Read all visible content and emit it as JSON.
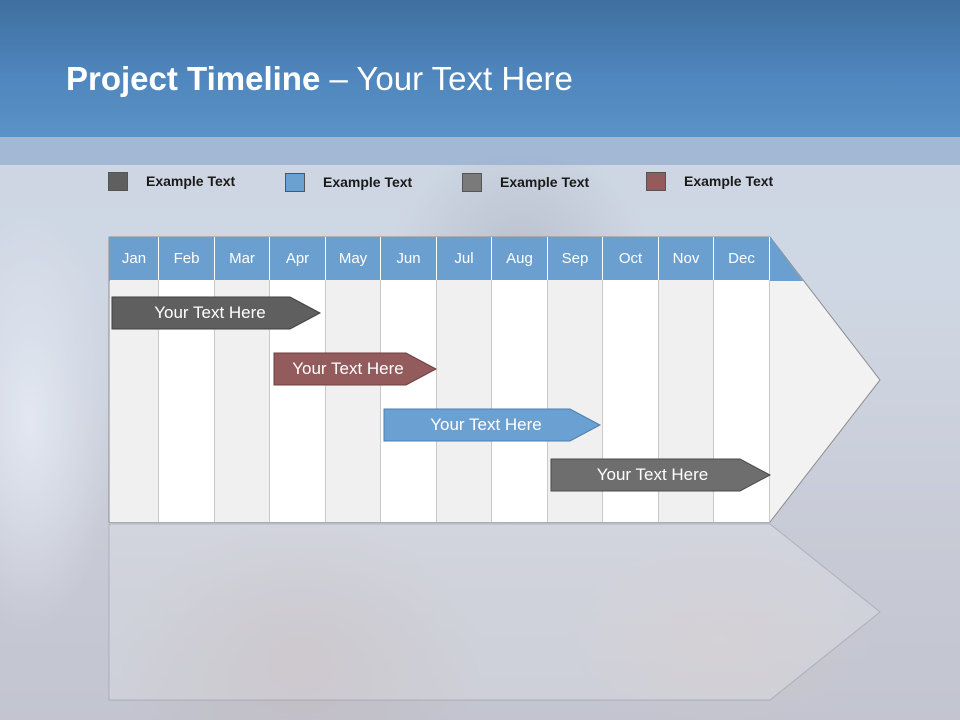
{
  "slide": {
    "title_bold": "Project Timeline",
    "title_rest": " – Your Text Here"
  },
  "legend": [
    {
      "label": "Example Text",
      "color": "#5f5f5f"
    },
    {
      "label": "Example Text",
      "color": "#6aa0d2"
    },
    {
      "label": "Example Text",
      "color": "#7a7a7a"
    },
    {
      "label": "Example Text",
      "color": "#935b5b"
    }
  ],
  "months": [
    "Jan",
    "Feb",
    "Mar",
    "Apr",
    "May",
    "Jun",
    "Jul",
    "Aug",
    "Sep",
    "Oct",
    "Nov",
    "Dec"
  ],
  "bars": [
    {
      "label": "Your  Text Here",
      "color": "#5f5f5f"
    },
    {
      "label": "Your  Text Here",
      "color": "#935b5b"
    },
    {
      "label": "Your  Text Here",
      "color": "#6aa0d2"
    },
    {
      "label": "Your  Text Here",
      "color": "#6e6e6e"
    }
  ],
  "colors": {
    "header": "#4f86bd",
    "month_header": "#6a9fd0",
    "column_alt": "#f0f0f0",
    "column_white": "#ffffff"
  }
}
